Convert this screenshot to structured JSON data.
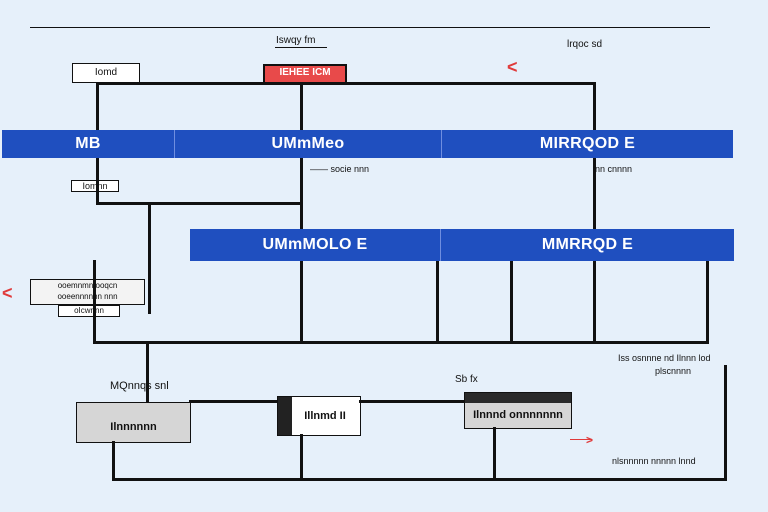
{
  "top_header": {
    "left_label": "Iswqy fm",
    "right_label": "lrqoc sd"
  },
  "red_box": {
    "label": "IEHEE ICM"
  },
  "left_box": {
    "label": "Iomd"
  },
  "blue_band_top": {
    "cells": [
      "MB",
      "UMmMeo",
      "MIRRQOD E"
    ]
  },
  "blue_band_mid": {
    "cells": [
      "UMmMOLO E",
      "MMRRQD E"
    ]
  },
  "labels": {
    "under_top_center": "—— socie nnn",
    "under_top_right": "nn cnnnn",
    "left_tag": "Iomnn",
    "left_callout_line1": "ooemnmn ooqcn",
    "left_callout_line2": "ooeennnnnn nnn",
    "left_callout_below": "oIcwnnn",
    "bottom_left_title": "MQnnqs snl",
    "bottom_center_tag": "Sb fx",
    "right_note_line1": "Iss osnnne nd Ilnnn lod",
    "right_note_line2": "plscnnnn",
    "bottom_right_note": "nlsnnnnn nnnnn lnnd"
  },
  "boxes": {
    "bottom_left": "Ilnnnnnn",
    "bottom_center": "Illnmd II",
    "bottom_right": "Ilnnnd onnnnnnn"
  },
  "colors": {
    "band": "#1f4fbf",
    "red": "#e84a4a",
    "background": "#e6f0fa"
  },
  "icons": [
    "arrow-left-icon",
    "arrow-left-icon",
    "arrow-right-icon"
  ]
}
